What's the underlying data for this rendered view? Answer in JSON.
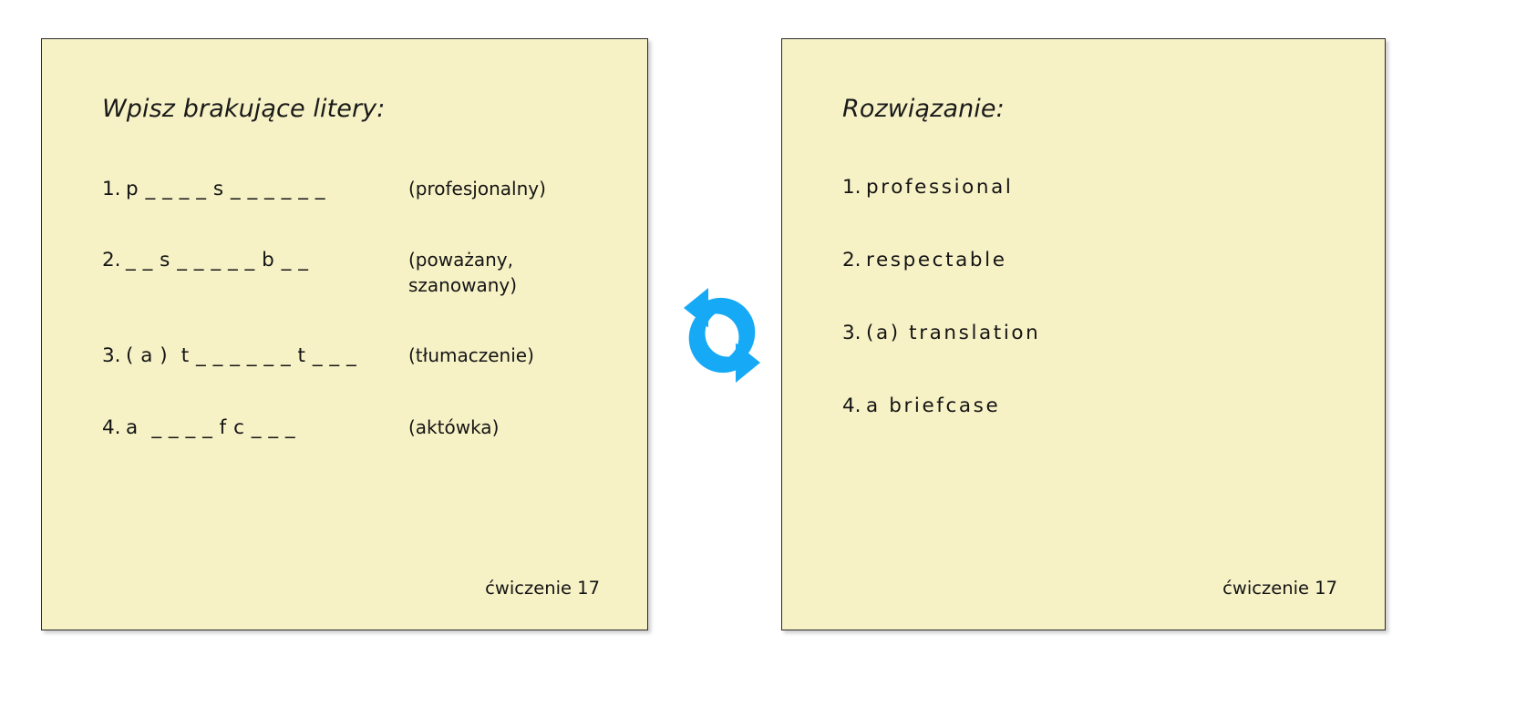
{
  "exercise_card": {
    "title": "Wpisz brakujące litery:",
    "items": [
      {
        "num": "1.",
        "pattern": "p _ _ _ _ s _ _ _ _ _ _",
        "gloss": "(profesjonalny)"
      },
      {
        "num": "2.",
        "pattern": "_ _ s _ _ _ _ _ b _ _",
        "gloss": "(poważany,\n szanowany)"
      },
      {
        "num": "3.",
        "pattern": "( a )  t _ _ _ _ _ _ t _ _ _",
        "gloss": "(tłumaczenie)"
      },
      {
        "num": "4.",
        "pattern": "a  _ _ _ _ f c _ _ _",
        "gloss": "(aktówka)"
      }
    ],
    "footer": "ćwiczenie 17"
  },
  "solution_card": {
    "title": "Rozwiązanie:",
    "items": [
      {
        "num": "1.",
        "answer": "professional"
      },
      {
        "num": "2.",
        "answer": "respectable"
      },
      {
        "num": "3.",
        "answer": "(a) translation"
      },
      {
        "num": "4.",
        "answer": "a briefcase"
      }
    ],
    "footer": "ćwiczenie 17"
  },
  "center": {
    "icon": "sync-refresh-icon",
    "color": "#16a9f6"
  },
  "colors": {
    "card_background": "#f7f2c6",
    "card_border": "#2b2b2b",
    "text": "#141414",
    "accent": "#16a9f6",
    "page_background": "#ffffff"
  }
}
